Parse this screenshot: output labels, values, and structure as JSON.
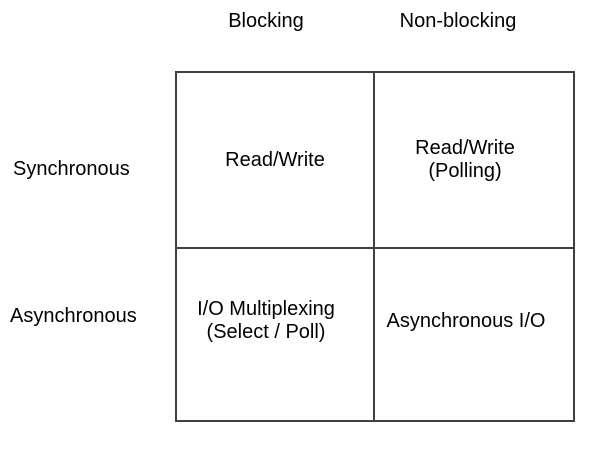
{
  "colors": {
    "background": "#ffffff",
    "grid_line": "#404040",
    "text": "#000000"
  },
  "matrix": {
    "column_headers": [
      "Blocking",
      "Non-blocking"
    ],
    "row_headers": [
      "Synchronous",
      "Asynchronous"
    ],
    "cells": [
      {
        "row": "Synchronous",
        "column": "Blocking",
        "lines": [
          "Read/Write"
        ]
      },
      {
        "row": "Synchronous",
        "column": "Non-blocking",
        "lines": [
          "Read/Write",
          "(Polling)"
        ]
      },
      {
        "row": "Asynchronous",
        "column": "Blocking",
        "lines": [
          "I/O Multiplexing",
          "(Select / Poll)"
        ]
      },
      {
        "row": "Asynchronous",
        "column": "Non-blocking",
        "lines": [
          "Asynchronous I/O"
        ]
      }
    ]
  }
}
